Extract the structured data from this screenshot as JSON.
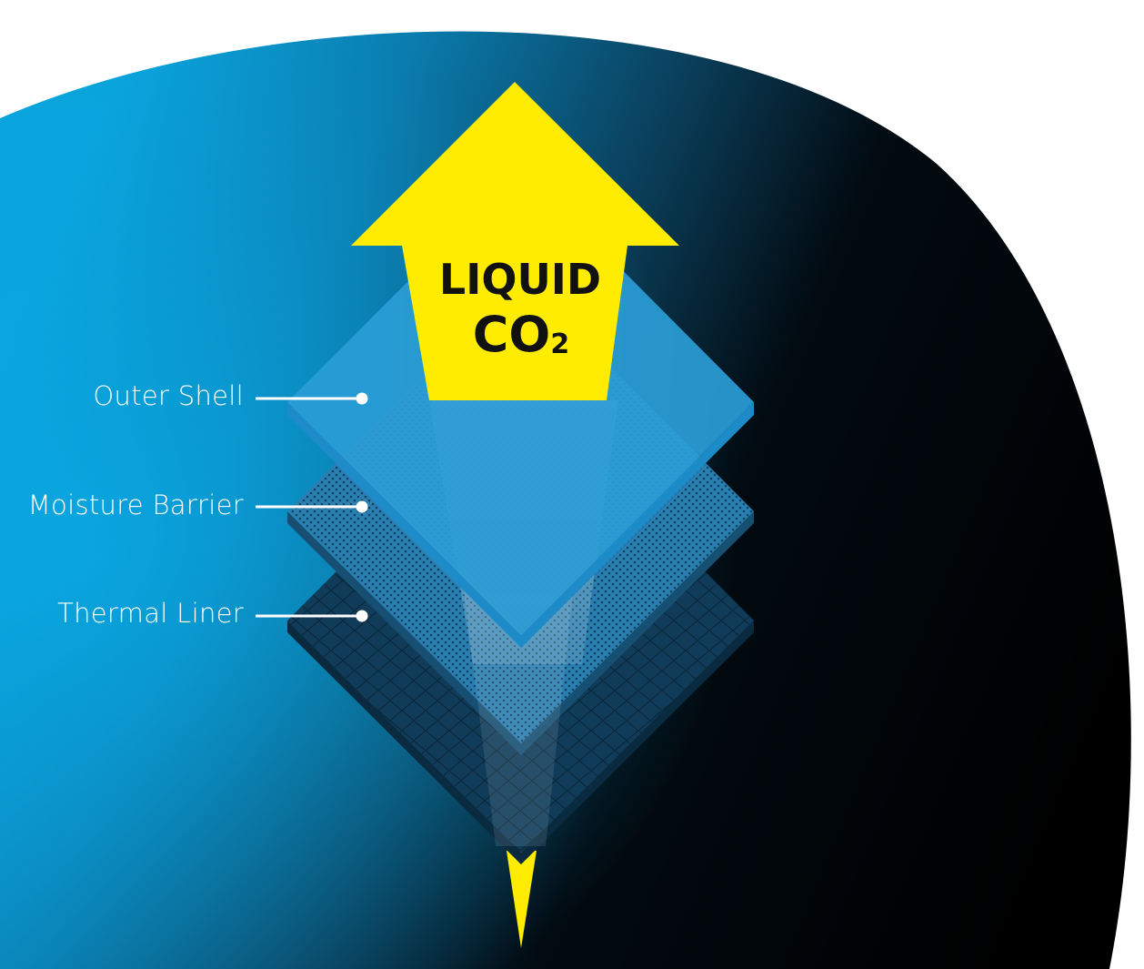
{
  "diagram": {
    "arrow": {
      "line1": "LIQUID",
      "line2_main": "CO",
      "line2_sub": "2",
      "color": "#ffec00"
    },
    "layers": [
      {
        "label": "Outer Shell",
        "color": "#2a9dd6"
      },
      {
        "label": "Moisture Barrier",
        "color": "#1e6f9c"
      },
      {
        "label": "Thermal Liner",
        "color": "#0f3550"
      }
    ],
    "background": {
      "light": "#0a9fd9",
      "dark": "#000000"
    }
  }
}
